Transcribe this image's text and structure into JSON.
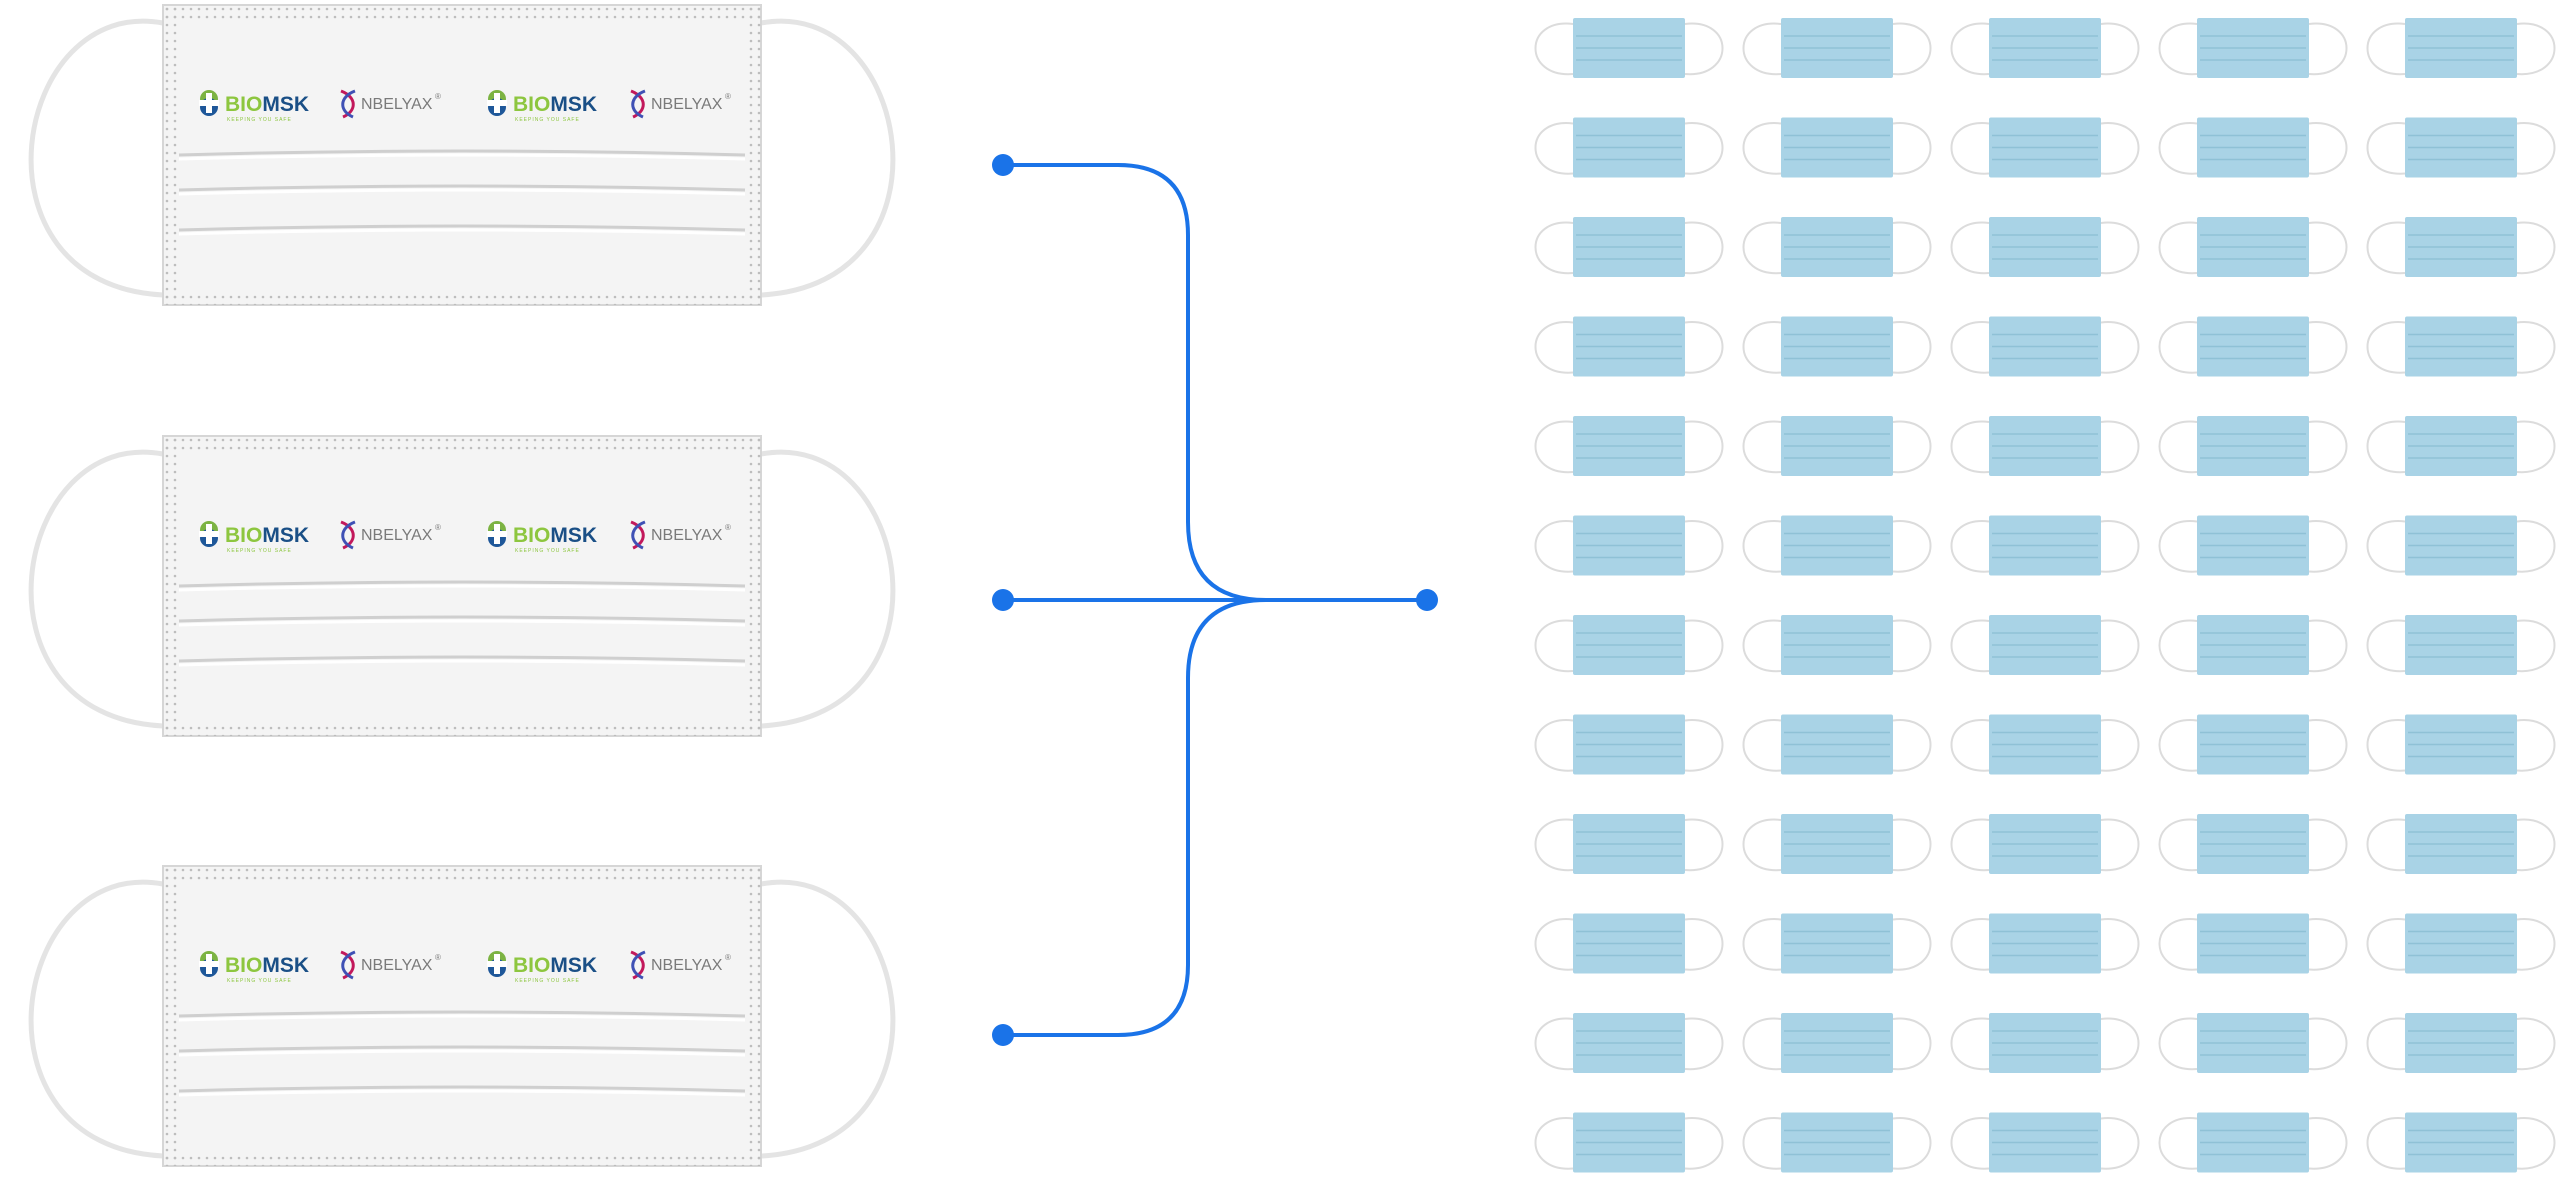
{
  "branded_masks": {
    "count": 3,
    "color": "#f4f4f4",
    "edge_color": "#d6d6d6",
    "logos": [
      {
        "kind": "biomsk",
        "text_a": "BIO",
        "text_b": "MSK",
        "tagline": "KEEPING YOU SAFE",
        "icon": "cross-flower-icon"
      },
      {
        "kind": "nbelyax",
        "text": "NBELYAX",
        "mark": "®",
        "icon": "ribbon-icon"
      },
      {
        "kind": "biomsk",
        "text_a": "BIO",
        "text_b": "MSK",
        "tagline": "KEEPING YOU SAFE",
        "icon": "cross-flower-icon"
      },
      {
        "kind": "nbelyax",
        "text": "NBELYAX",
        "mark": "®",
        "icon": "ribbon-icon"
      }
    ],
    "colors": {
      "bio": "#8dc63f",
      "msk": "#1a4f86",
      "icon_green": "#7cb342",
      "icon_blue": "#1e5799",
      "nbelyax_text": "#7a7a7a",
      "ribbon_a": "#c2185b",
      "ribbon_b": "#3f51b5"
    }
  },
  "connector": {
    "color": "#1a73e8",
    "inputs": 3,
    "outputs": 1
  },
  "blue_masks": {
    "rows": 12,
    "cols": 5,
    "color": "#a9d3e6",
    "pleat_color": "#8fc1d6",
    "strap_color": "#dcdcdc"
  }
}
